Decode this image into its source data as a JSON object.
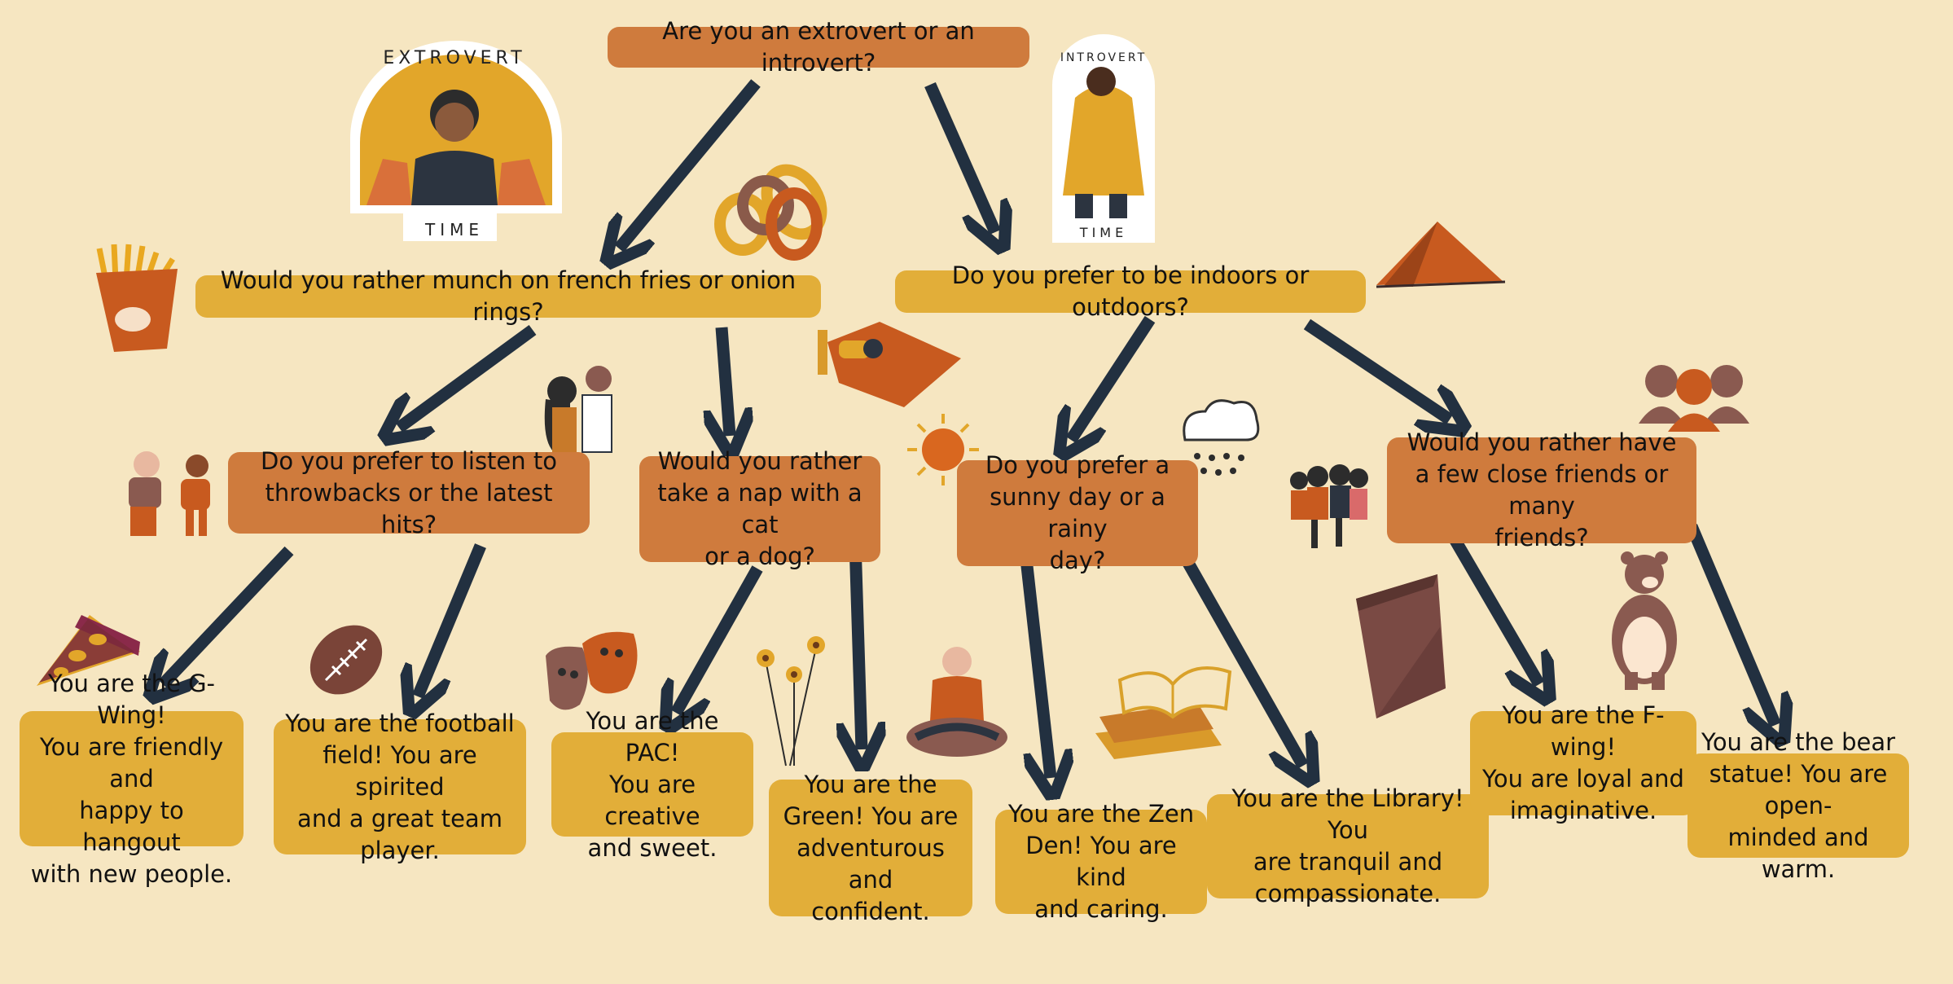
{
  "colors": {
    "background": "#f6e6c1",
    "question_box": "#cf7b3d",
    "result_box": "#e2ae39",
    "arrow": "#223040"
  },
  "stickers": {
    "extrovert_top": "EXTROVERT",
    "extrovert_bottom": "TIME",
    "introvert_top": "INTROVERT",
    "introvert_bottom": "TIME"
  },
  "questions": {
    "root": "Are you an extrovert or an introvert?",
    "food": "Would you rather munch on french fries or onion rings?",
    "place": "Do you prefer to be indoors or outdoors?",
    "music": "Do you prefer to listen to\nthrowbacks or the latest hits?",
    "pet": "Would you rather\ntake a nap with a cat\nor a dog?",
    "weather": "Do you prefer a\nsunny day or a rainy\nday?",
    "friends": "Would you rather have\na few close friends or many\nfriends?"
  },
  "results": {
    "gwing": "You are the G-Wing!\nYou are friendly and\nhappy to hangout\nwith new people.",
    "football": "You are the football\nfield! You are spirited\nand a great team\nplayer.",
    "pac": "You are the PAC!\nYou are creative\nand sweet.",
    "green": "You are the\nGreen! You are\nadventurous and\nconfident.",
    "zen": "You are the Zen\nDen! You are kind\nand caring.",
    "library": "You are the Library! You\nare tranquil and\ncompassionate.",
    "fwing": "You are the F-wing!\nYou are loyal and\nimaginative.",
    "bear": "You are the bear\nstatue! You are open-\nminded and warm."
  },
  "icons": [
    "extrovert-sticker-icon",
    "introvert-sticker-icon",
    "onion-rings-icon",
    "french-fries-icon",
    "tent-icon",
    "bed-icon",
    "sun-icon",
    "rain-cloud-icon",
    "people-group-icon",
    "friends-silhouette-icon",
    "old-man-and-kid-icon",
    "music-listeners-icon",
    "pizza-icon",
    "football-icon",
    "theater-masks-icon",
    "flowers-icon",
    "meditation-icon",
    "books-icon",
    "paper-bag-icon",
    "bear-icon"
  ]
}
